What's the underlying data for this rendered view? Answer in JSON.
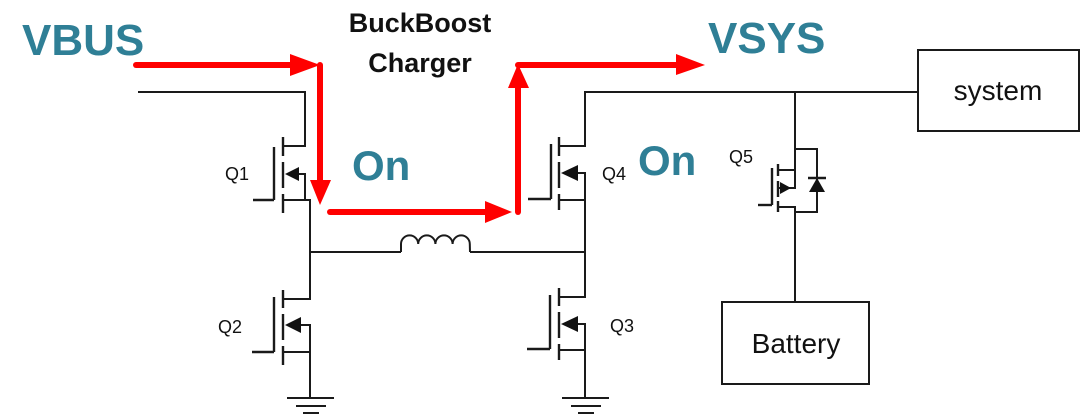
{
  "diagram": {
    "title_line1": "BuckBoost",
    "title_line2": "Charger",
    "nodes": {
      "input": "VBUS",
      "output": "VSYS"
    },
    "states": {
      "q1_state": "On",
      "q4_state": "On"
    },
    "transistors": {
      "q1": "Q1",
      "q2": "Q2",
      "q3": "Q3",
      "q4": "Q4",
      "q5": "Q5"
    },
    "blocks": {
      "system": "system",
      "battery": "Battery"
    },
    "colors": {
      "current_flow": "#ff0000",
      "node_label": "#2f7f96",
      "wire": "#1a1a1a"
    },
    "current_path": [
      "VBUS",
      "Q1",
      "Inductor",
      "Q4",
      "VSYS"
    ]
  }
}
